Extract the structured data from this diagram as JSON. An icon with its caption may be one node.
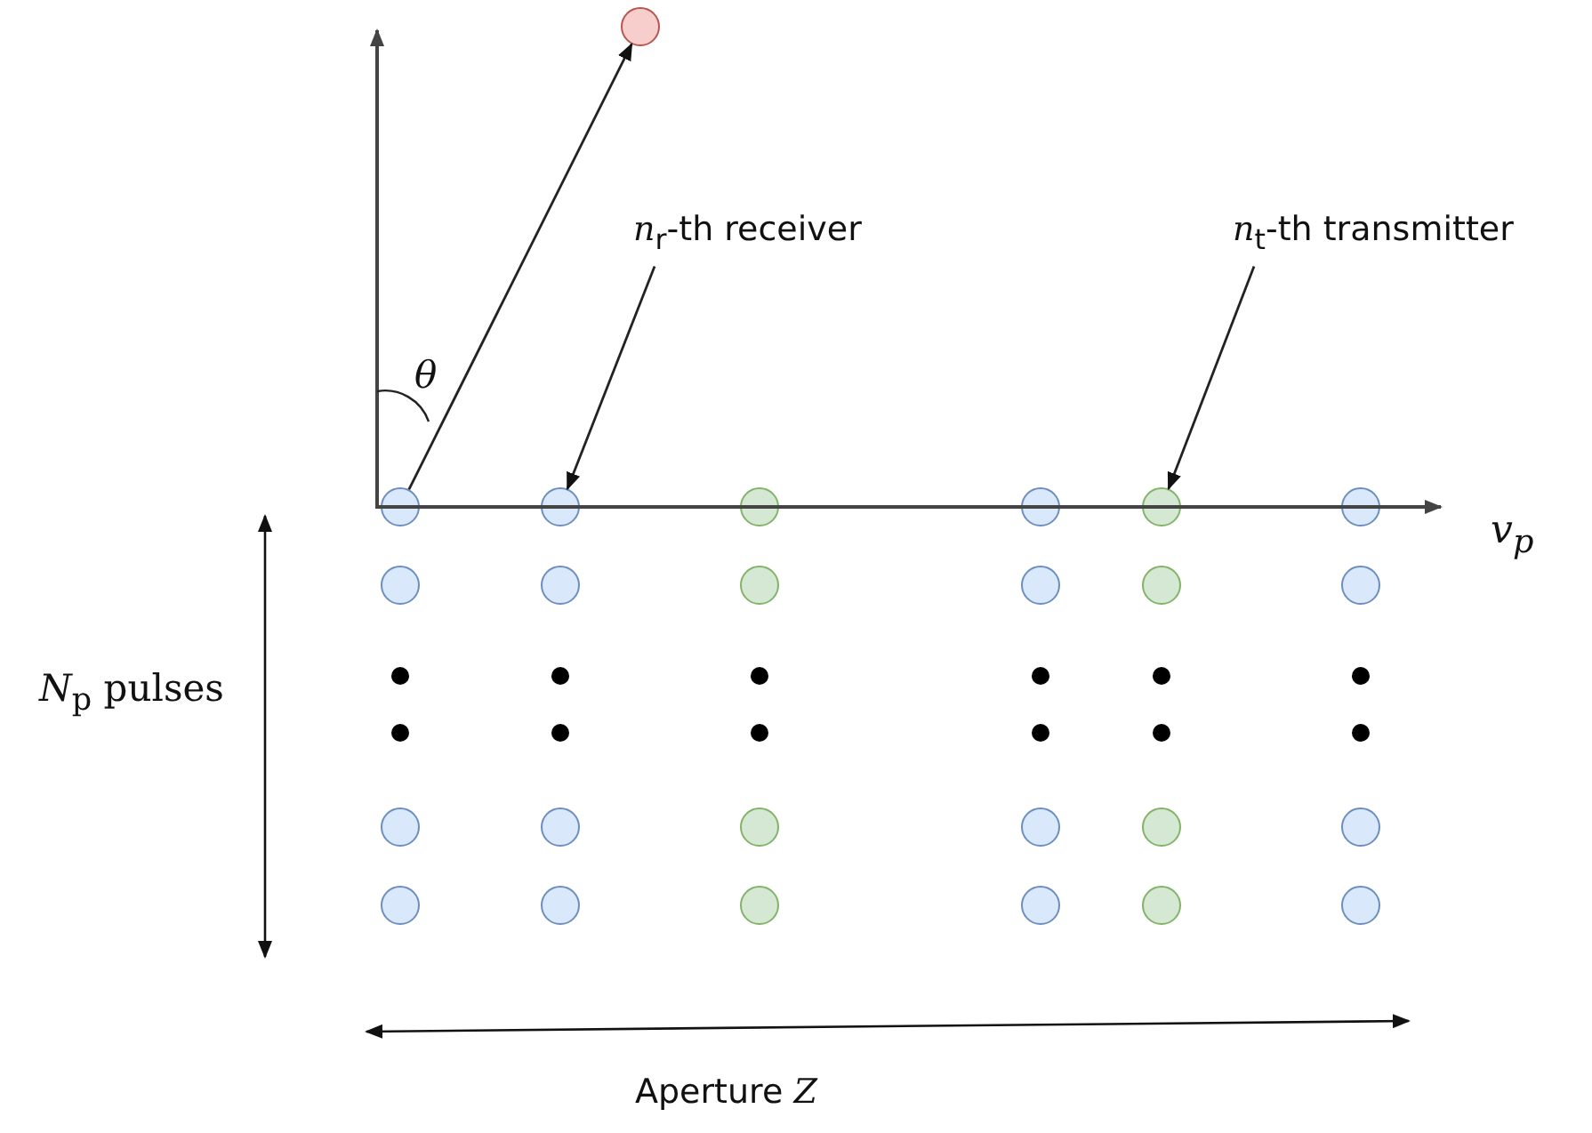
{
  "diagram": {
    "nodes": [
      {
        "text": [],
        "shape": "circle"
      },
      {
        "text": [
          "*n*$_{r}$-th receiver"
        ]
      },
      {
        "text": [
          "*n*$_{t}$-th transmitter"
        ]
      },
      {
        "text": [],
        "shape": "circle"
      },
      {
        "text": [],
        "shape": "circle"
      },
      {
        "text": [],
        "shape": "circle"
      },
      {
        "text": [],
        "shape": "circle"
      },
      {
        "text": [],
        "shape": "circle"
      },
      {
        "text": [],
        "shape": "circle"
      },
      {
        "text": [],
        "shape": "circle"
      },
      {
        "text": [],
        "shape": "circle"
      },
      {
        "text": [],
        "shape": "circle"
      },
      {
        "text": [],
        "shape": "circle"
      },
      {
        "text": [],
        "shape": "circle"
      },
      {
        "text": [],
        "shape": "circle"
      },
      {
        "text": [],
        "shape": "circle"
      },
      {
        "text": [],
        "shape": "circle"
      },
      {
        "text": [],
        "shape": "circle"
      },
      {
        "text": [],
        "shape": "circle"
      },
      {
        "text": [],
        "shape": "circle"
      },
      {
        "text": [],
        "shape": "circle"
      },
      {
        "text": [],
        "shape": "circle"
      },
      {
        "text": [],
        "shape": "circle"
      },
      {
        "text": [],
        "shape": "circle"
      },
      {
        "text": [],
        "shape": "circle"
      },
      {
        "text": [],
        "shape": "circle"
      },
      {
        "text": [],
        "shape": "circle"
      }
    ],
    "edges": [
      {
        "from": 3,
        "to": 0,
        "arrow": "to"
      },
      {
        "from": 1,
        "to": 4,
        "arrow": "to"
      },
      {
        "from": 2,
        "to": 7,
        "arrow": "to"
      }
    ],
    "labels": [
      "θ",
      "v$_{p}$",
      "*N*$_{p}$ pulses",
      "Aperture *Z*"
    ]
  }
}
